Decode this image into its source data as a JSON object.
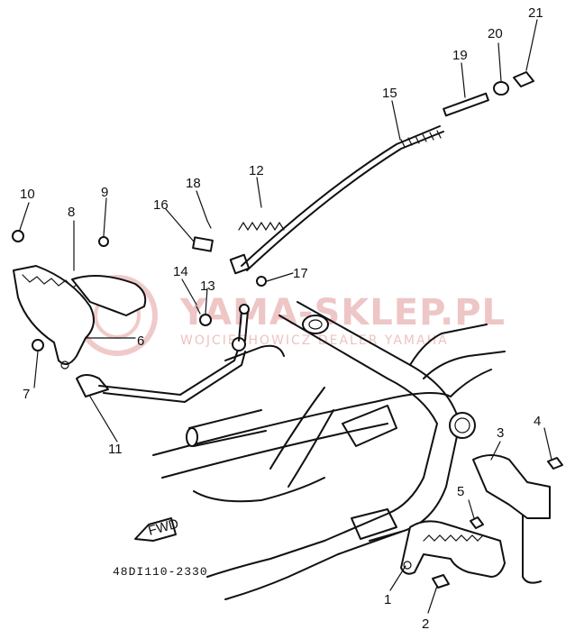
{
  "diagram": {
    "drawing_code": "48DI110-2330",
    "direction_label": "FWD",
    "callouts": [
      {
        "number": "1"
      },
      {
        "number": "2"
      },
      {
        "number": "3"
      },
      {
        "number": "4"
      },
      {
        "number": "5"
      },
      {
        "number": "6"
      },
      {
        "number": "7"
      },
      {
        "number": "8"
      },
      {
        "number": "9"
      },
      {
        "number": "10"
      },
      {
        "number": "11"
      },
      {
        "number": "12"
      },
      {
        "number": "13"
      },
      {
        "number": "14"
      },
      {
        "number": "15"
      },
      {
        "number": "16"
      },
      {
        "number": "17"
      },
      {
        "number": "18"
      },
      {
        "number": "19"
      },
      {
        "number": "20"
      },
      {
        "number": "21"
      }
    ]
  },
  "watermark": {
    "brand": "YAMA-SKLEP.PL",
    "tagline": "WOJCIECHOWICZ DEALER YAMAHA"
  },
  "colors": {
    "line": "#111111",
    "watermark": "#e9b3b3"
  }
}
